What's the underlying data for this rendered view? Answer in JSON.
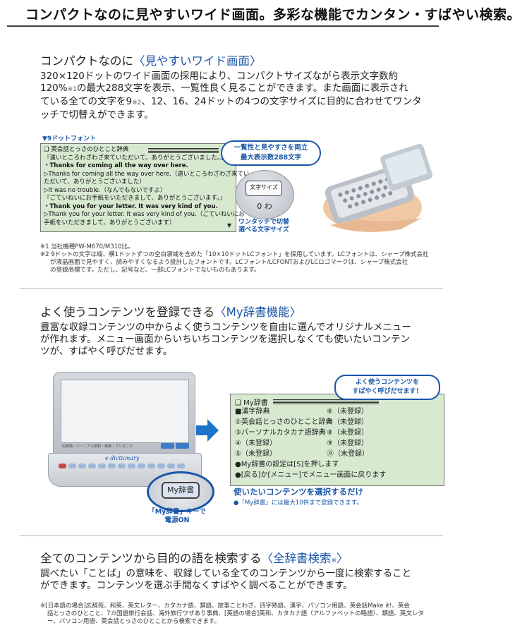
{
  "page_title": "コンパクトなのに見やすいワイド画面。多彩な機能でカンタン・すばやい検索。",
  "section1": {
    "title_prefix": "コンパクトなのに",
    "title_highlight": "〈見やすいワイド画面〉",
    "body_1": "320×120ドットのワイド画面の採用により、コンパクトサイズながら表示文字数約",
    "body_2a": "120%",
    "body_2_sup": "※1",
    "body_2b": "の最大288文字を表示、一覧性良く見ることができます。また画面に表示され",
    "body_3a": "ている全ての文字を9",
    "body_3_sup": "※2",
    "body_3b": "、12、16、24ドットの4つの文字サイズに目的に合わせてワンタ",
    "body_4": "ッチで切替えができます。",
    "font_label": "▼9ドットフォント",
    "screen_lines": [
      "❑ 英会話とっさのひとこと辞典",
      "『遠いところわざわざ来ていただいて、ありがとうございました。』",
      "・Thanks for coming all the way over here.",
      "▷Thanks for coming all the way over here.（遠いところわざわざ来てい",
      "ただいて、ありがとうございました）",
      "▷It was no trouble.（なんでもないですよ）",
      "『ごていねいにお手紙をいただきまして、ありがとうございます。』",
      "・Thank you for your letter. It was very kind of you.",
      "▷Thank you for your letter. It was very kind of you.（ごていねいにお",
      "手紙をいただきまして、ありがとうございます）"
    ],
    "callout_line1": "一覧性と見やすさを両立",
    "callout_line2": "最大表示数288文字",
    "key_top": "文字サイズ",
    "key_bottom": "0 わ",
    "key_caption_1": "ワンタッチで切替",
    "key_caption_2": "選べる文字サイズ",
    "note_1": "※1 当社機種PW-M670/M310比。",
    "note_2a": "※2 9ドットの文字は縦、横1ドットずつの空白領域を含めた「10×10ドットLCフォント」を採用しています。LCフォントは、シャープ株式会社",
    "note_2b": "が液晶画面で見やすく、読みやすくなるよう設計したフォントです。LCフォント/LCFONTおよびLCロゴマークは、シャープ株式会社",
    "note_2c": "の登録商標です。ただし、記号など、一部LCフォントでないものもあります。"
  },
  "section2": {
    "title_prefix": "よく使うコンテンツを登録できる",
    "title_highlight": "〈My辞書機能〉",
    "body_1": "豊富な収録コンテンツの中からよく使うコンテンツを自由に選んでオリジナルメニュー",
    "body_2": "が作れます。メニュー画面からいちいちコンテンツを選択しなくても使いたいコンテン",
    "body_3": "ツが、すばやく呼びだせます。",
    "device_brand": "e dictionary",
    "device_strip": "広辞苑・ジーニアス英和・和英・ブリタニカ",
    "key_label": "My辞書",
    "key_caption_1": "「My辞書」キーで",
    "key_caption_2": "電源ON",
    "screen_title": "❑ My辞書",
    "entries_left": [
      "■漢字辞典",
      "②英会話とっさのひとこと辞典",
      "③パーソナルカタカナ語辞典",
      "④（未登録）",
      "⑤（未登録）"
    ],
    "entries_right": [
      "⑥（未登録）",
      "⑦（未登録）",
      "⑧（未登録）",
      "⑨（未登録）",
      "⓪（未登録）"
    ],
    "screen_note_1": "●My辞書の設定は[S]を押します",
    "screen_note_2": "●[戻る]か[メニュー]でメニュー画面に戻ります",
    "callout_line1": "よく使うコンテンツを",
    "callout_line2": "すばやく呼びだせます！",
    "blue_caption": "使いたいコンテンツを選択するだけ",
    "blue_note": "●「My辞書」には最大10件まで登録できます。"
  },
  "section3": {
    "title_prefix": "全てのコンテンツから目的の語を検索する",
    "title_highlight": "〈全辞書検索",
    "title_sup": "※",
    "title_close": "〉",
    "body_1": "調べたい「ことば」の意味を、収録している全てのコンテンツから一度に検索すること",
    "body_2": "ができます。コンテンツを選ぶ手間なくすばやく調べることができます。",
    "note_1": "※[日本語の場合]広辞苑、和英、英文レター、カタカナ語、類語、故事ことわざ、四字熟語、漢字、パソコン用語、英会話Make it!、英会",
    "note_2": "話とっさのひとこと、7カ国語旅行会話、海外旅行ワザあり事典、[英語の場合]英和、カタカナ語（アルファベットの略語）、類語、英文レタ",
    "note_3": "ー、パソコン用語、英会話とっさのひとことから検索できます。"
  },
  "colors": {
    "accent": "#1a56a8",
    "lcd": "#d7ead0",
    "arrow": "#1e74c8"
  }
}
